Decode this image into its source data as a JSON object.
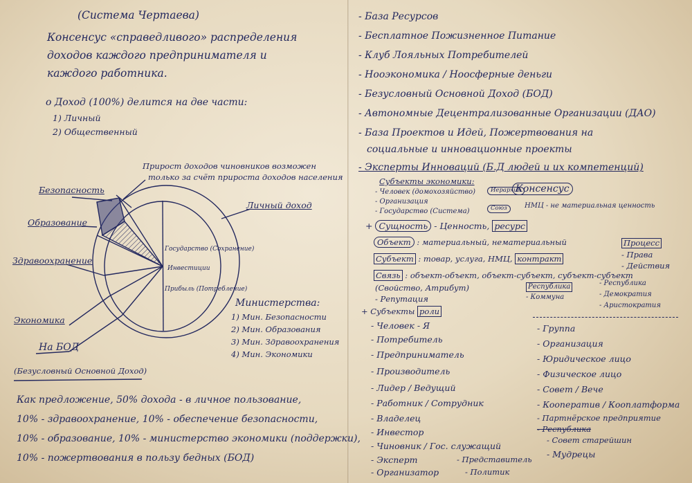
{
  "left": {
    "title": "(Система Чертаева)",
    "intro": [
      "Консенсус «справедливого» распределения",
      "доходов каждого предпринимателя и",
      "каждого работника."
    ],
    "split_heading": "o Доход (100%) делится на две части:",
    "split_parts": [
      "1) Личный",
      "2) Общественный"
    ],
    "pie_note": [
      "Прирост доходов чиновников возможен",
      "только за счёт прироста доходов населения"
    ],
    "pie_labels": {
      "security": "Безопасность",
      "education": "Образование",
      "health": "Здравоохранение",
      "economy": "Экономика",
      "bod": "На БОД",
      "bod_full": "(Безусловный Основной Доход)",
      "personal": "Личный доход"
    },
    "pie_inner": [
      "Государство (Сохранение)",
      "Инвестиции",
      "Прибыль (Потребление)"
    ],
    "ministries_title": "Министерства:",
    "ministries": [
      "1) Мин. Безопасности",
      "2) Мин. Образования",
      "3) Мин. Здравоохранения",
      "4) Мин. Экономики"
    ],
    "proposal": [
      "Как предложение, 50% дохода - в личное пользование,",
      "10% - здравоохранение, 10% - обеспечение безопасности,",
      "10% - образование, 10% - министерство экономики (поддержки),",
      "10% - пожертвования в пользу бедных (БОД)"
    ]
  },
  "right": {
    "top_list": [
      "- База Ресурсов",
      "- Бесплатное Пожизненное Питание",
      "- Клуб Лояльных Потребителей",
      "- Нооэкономика / Ноосферные деньги",
      "- Безусловный Основной Доход (БОД)",
      "- Автономные Децентрализованные Организации (ДАО)",
      "- База Проектов и Идей, Пожертвования на",
      "социальные и инновационные проекты",
      "- Эксперты Инноваций (Б.Д людей и их компетенций)"
    ],
    "subjects_heading": "Субъекты экономики:",
    "subjects": [
      "- Человек (домохозяйство)",
      "- Организация",
      "- Государство (Система)"
    ],
    "subjects_side": [
      "Иерархия",
      "Союз"
    ],
    "consensus": "Консенсус",
    "nmc": "НМЦ - не материальная ценность",
    "essence_line": [
      "+",
      "Сущность",
      "- Ценность,",
      "ресурс"
    ],
    "object_line": [
      "Объект",
      ": материальный, нематериальный"
    ],
    "subject_line": [
      "Субъект",
      ": товар, услуга, НМЦ,",
      "контракт"
    ],
    "process": [
      "Процесс",
      "- Права",
      "- Действия"
    ],
    "link_line": [
      "Связь",
      ": объект-объект, объект-субъект, субъект-субъект"
    ],
    "link_line2": "(Свойство, Атрибут)",
    "reputation": "- Репутация",
    "republic_box": [
      "Республика",
      "- Коммуна"
    ],
    "republic_types": [
      "- Республика",
      "- Демократия",
      "- Аристократия"
    ],
    "roles_head": [
      "+ Субъекты",
      "роли"
    ],
    "roles": [
      "- Человек - Я",
      "- Потребитель",
      "- Предприниматель",
      "- Производитель",
      "- Лидер / Ведущий",
      "- Работник / Сотрудник",
      "- Владелец",
      "- Инвестор",
      "- Чиновник / Гос. служащий",
      "- Эксперт",
      "- Организатор"
    ],
    "roles_extra": [
      "- Представитель",
      "- Политик"
    ],
    "groups": [
      "- Группа",
      "- Организация",
      "- Юридическое лицо",
      "- Физическое лицо",
      "- Совет / Вече",
      "- Кооператив / Кооплатформа",
      "- Партнёрское предприятие",
      "- Республика",
      "- Совет старейшин",
      "- Мудрецы"
    ]
  }
}
